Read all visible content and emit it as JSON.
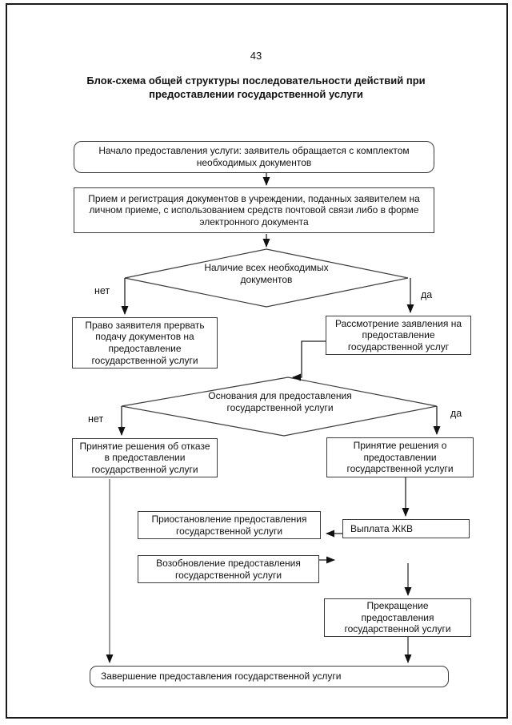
{
  "page": {
    "number": "43",
    "title": [
      "Блок-схема общей структуры последовательности действий при",
      "предоставлении государственной услуги"
    ]
  },
  "flowchart": {
    "nodes": {
      "start": [
        "Начало предоставления услуги: заявитель обращается с комплектом",
        "необходимых документов"
      ],
      "reception": [
        "Прием и регистрация документов в учреждении, поданных заявителем на",
        "личном приеме, с использованием средств почтовой связи либо в форме",
        "электронного документа"
      ],
      "decision_documents": [
        "Наличие всех необходимых",
        "документов"
      ],
      "right_to_interrupt": [
        "Право заявителя прервать",
        "подачу документов на",
        "предоставление",
        "государственной услуги"
      ],
      "review": [
        "Рассмотрение заявления на",
        "предоставление",
        "государственной услуг"
      ],
      "decision_grounds": [
        "Основания для предоставления",
        "государственной услуги"
      ],
      "refusal": [
        "Принятие решения об отказе",
        "в предоставлении",
        "государственной услуги"
      ],
      "approval": [
        "Принятие решения о",
        "предоставлении",
        "государственной услуги"
      ],
      "suspension": [
        "Приостановление предоставления",
        "государственной услуги"
      ],
      "payment": [
        "Выплата ЖКВ"
      ],
      "resumption": [
        "Возобновление предоставления",
        "государственной услуги"
      ],
      "termination": [
        "Прекращение",
        "предоставления",
        "государственной услуги"
      ],
      "end": [
        "Завершение предоставления государственной услуги"
      ]
    },
    "branch_labels": {
      "documents_no": "нет",
      "documents_yes": "да",
      "grounds_no": "нет",
      "grounds_yes": "да"
    }
  }
}
